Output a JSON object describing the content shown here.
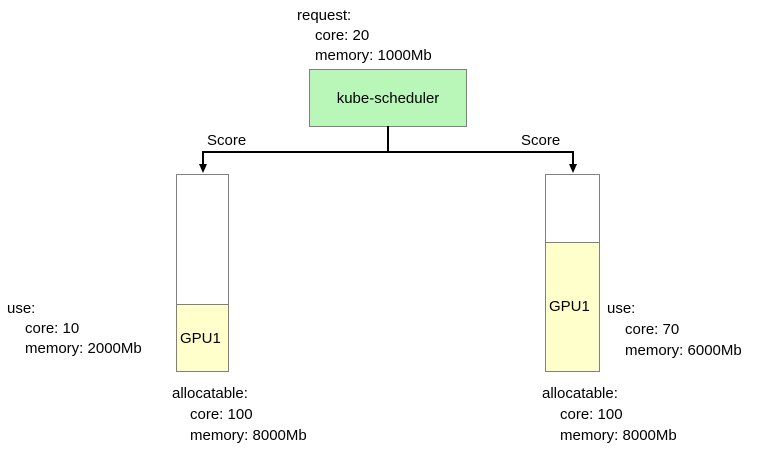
{
  "request_block": {
    "title": "request:",
    "core": "core: 20",
    "memory": "memory: 1000Mb"
  },
  "scheduler": {
    "label": "kube-scheduler"
  },
  "edges": {
    "left_label": "Score",
    "right_label": "Score"
  },
  "nodes": [
    {
      "gpu_label": "GPU1",
      "fill_percent": 34,
      "use": {
        "title": "use:",
        "core": "core: 10",
        "memory": "memory: 2000Mb"
      },
      "allocatable": {
        "title": "allocatable:",
        "core": "core: 100",
        "memory": "memory: 8000Mb"
      }
    },
    {
      "gpu_label": "GPU1",
      "fill_percent": 66,
      "use": {
        "title": "use:",
        "core": "core: 70",
        "memory": "memory: 6000Mb"
      },
      "allocatable": {
        "title": "allocatable:",
        "core": "core: 100",
        "memory": "memory: 8000Mb"
      }
    }
  ],
  "colors": {
    "scheduler_fill": "#b9f7b9",
    "scheduler_border": "#7f7f7f",
    "gpu_fill": "#ffffcc",
    "node_border": "#808080",
    "line": "#000000"
  }
}
